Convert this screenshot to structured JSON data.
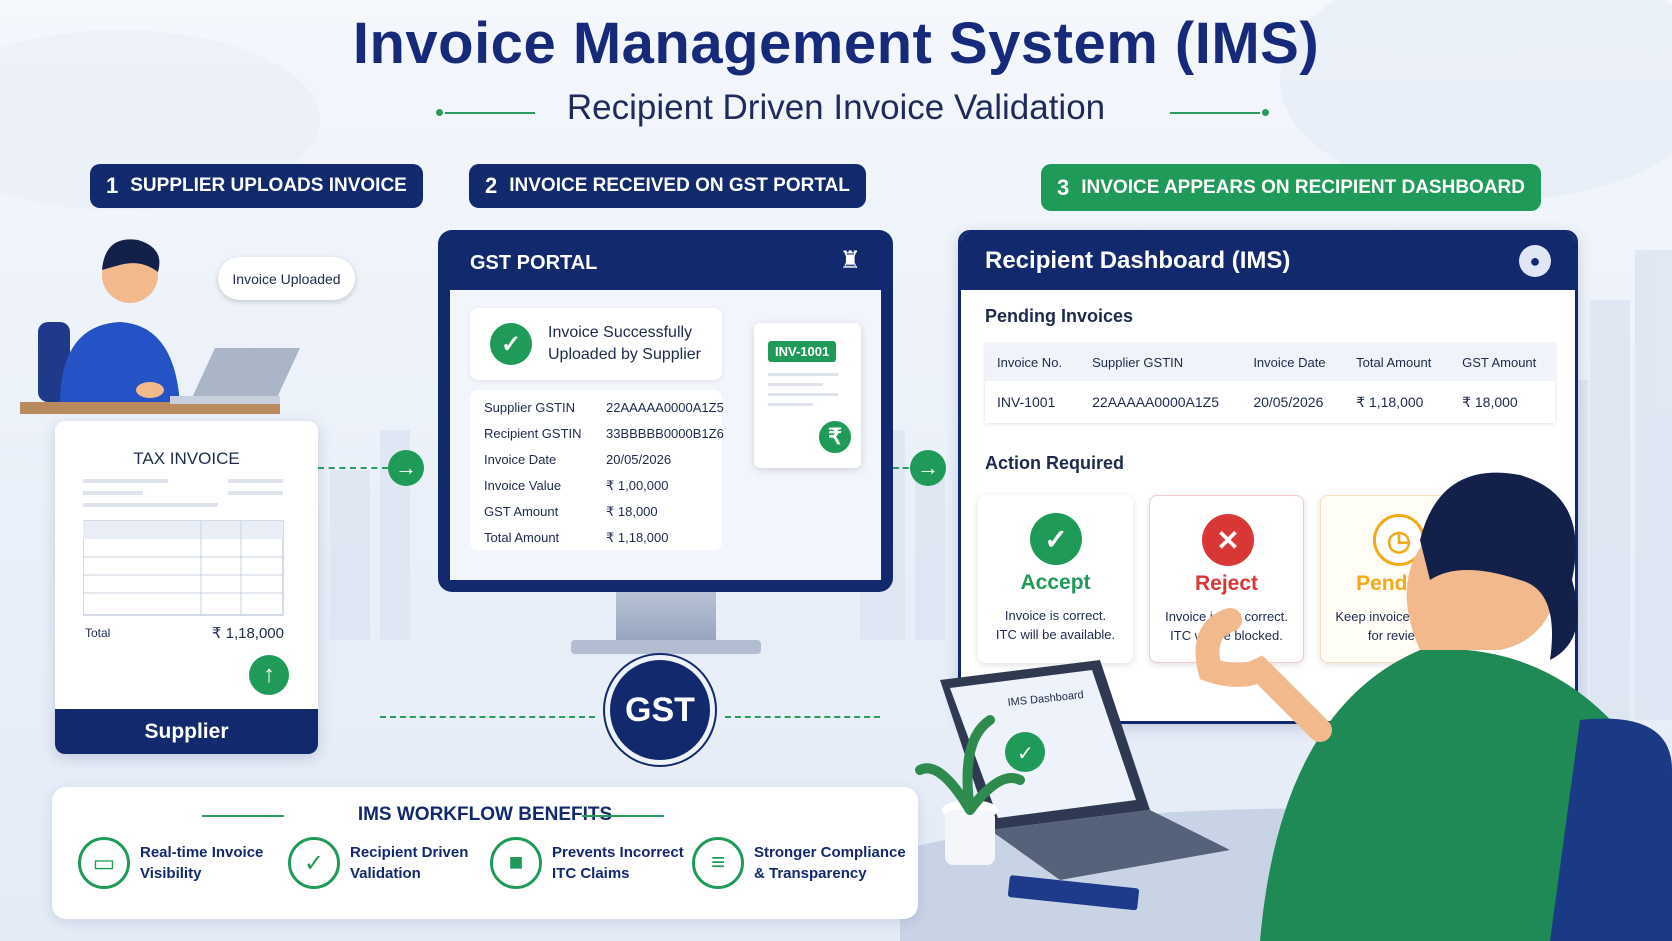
{
  "header": {
    "title": "Invoice Management System (IMS)",
    "subtitle": "Recipient Driven Invoice Validation"
  },
  "steps": [
    {
      "num": "1",
      "label": "SUPPLIER UPLOADS INVOICE"
    },
    {
      "num": "2",
      "label": "INVOICE RECEIVED ON GST PORTAL"
    },
    {
      "num": "3",
      "label": "INVOICE APPEARS ON RECIPIENT DASHBOARD"
    }
  ],
  "supplier": {
    "bubble": "Invoice Uploaded",
    "card_title": "TAX INVOICE",
    "total_label": "Total",
    "total_value": "₹ 1,18,000",
    "footer": "Supplier",
    "upload_icon": "arrow-up-icon"
  },
  "portal": {
    "title": "GST PORTAL",
    "success_line1": "Invoice Successfully",
    "success_line2": "Uploaded by Supplier",
    "details": [
      {
        "label": "Supplier GSTIN",
        "value": "22AAAAA0000A1Z5"
      },
      {
        "label": "Recipient GSTIN",
        "value": "33BBBBB0000B1Z6"
      },
      {
        "label": "Invoice Date",
        "value": "20/05/2026"
      },
      {
        "label": "Invoice Value",
        "value": "₹ 1,00,000"
      },
      {
        "label": "GST Amount",
        "value": "₹ 18,000"
      },
      {
        "label": "Total Amount",
        "value": "₹ 1,18,000"
      }
    ],
    "doc_tag": "INV-1001",
    "rupee": "₹"
  },
  "gst_badge": "GST",
  "dashboard": {
    "title": "Recipient Dashboard (IMS)",
    "pending_heading": "Pending Invoices",
    "columns": [
      "Invoice No.",
      "Supplier GSTIN",
      "Invoice Date",
      "Total Amount",
      "GST Amount"
    ],
    "row": [
      "INV-1001",
      "22AAAAA0000A1Z5",
      "20/05/2026",
      "₹ 1,18,000",
      "₹ 18,000"
    ],
    "action_heading": "Action Required",
    "actions": [
      {
        "label": "Accept",
        "desc1": "Invoice is correct.",
        "desc2": "ITC will be available.",
        "color": "#1f9a58"
      },
      {
        "label": "Reject",
        "desc1": "Invoice is not correct.",
        "desc2": "ITC will be blocked.",
        "color": "#d93636"
      },
      {
        "label": "Pending",
        "desc1": "Keep invoice pending",
        "desc2": "for review.",
        "color": "#f2a91a"
      }
    ]
  },
  "laptop_screen": "IMS Dashboard",
  "benefits": {
    "title": "IMS WORKFLOW BENEFITS",
    "items": [
      {
        "line1": "Real-time Invoice",
        "line2": "Visibility",
        "icon": "monitor-icon"
      },
      {
        "line1": "Recipient Driven",
        "line2": "Validation",
        "icon": "shield-check-icon"
      },
      {
        "line1": "Prevents Incorrect",
        "line2": "ITC Claims",
        "icon": "lock-icon"
      },
      {
        "line1": "Stronger Compliance",
        "line2": "& Transparency",
        "icon": "document-icon"
      }
    ]
  }
}
